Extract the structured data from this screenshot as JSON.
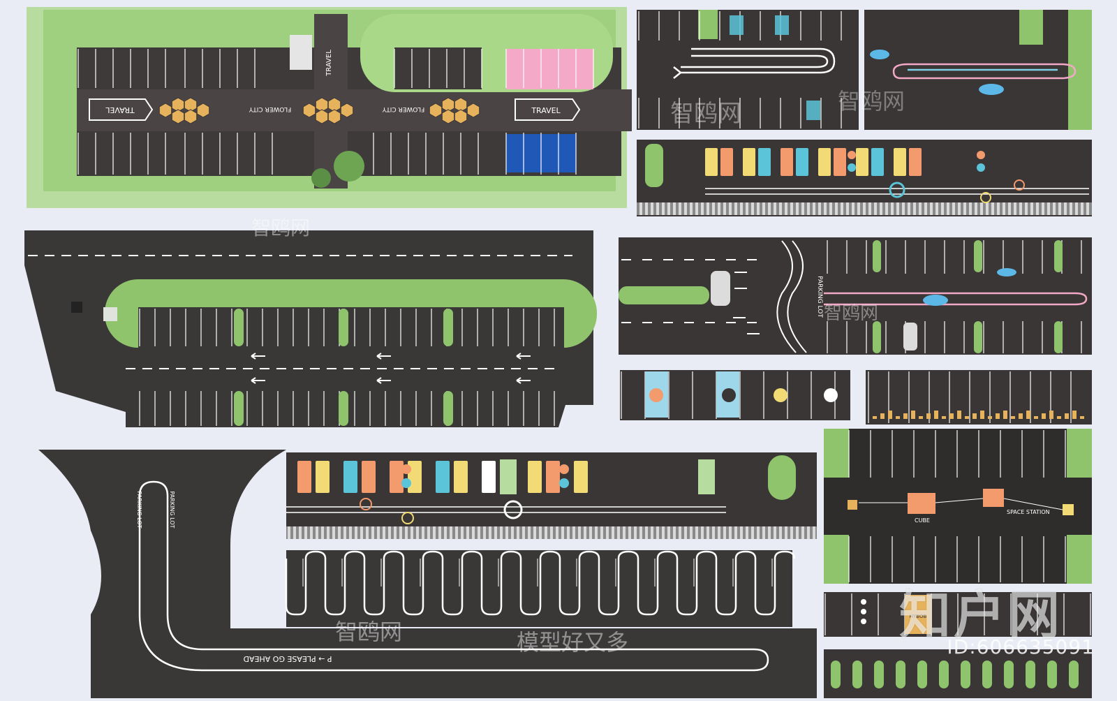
{
  "watermark": {
    "brand": "知户网",
    "id_label": "ID:606635091",
    "slogan_a": "智鸥网",
    "slogan_b": "模型好又多",
    "faint_a": "智鸥网",
    "faint_b": "智鸥网",
    "faint_c": "智鸥网",
    "faint_d": "智鸥网"
  },
  "panel_top_left": {
    "banner_travel_left": "TRAVEL",
    "banner_flower_a": "FLOWER CITY",
    "banner_flower_b": "FLOWER CITY",
    "banner_travel_right": "TRAVEL",
    "vertical_travel": "TRAVEL"
  },
  "panel_right_mid": {
    "parking_lot_label": "PARKING LOT"
  },
  "panel_bottom_left": {
    "parking_lot_label": "PARKING LOT",
    "go_ahead": "P → PLEASE GO AHEAD"
  },
  "panel_space": {
    "cube_label": "CUBE",
    "station_label": "SPACE STATION"
  },
  "panel_small_right": {
    "tag": "HYBOB"
  },
  "colors": {
    "asphalt": "#3a3737",
    "asphalt_dark": "#2f2c2c",
    "grass": "#8fc46d",
    "grass_dark": "#6ea553",
    "hex_gold": "#e7b25c",
    "pink": "#f2a7c9",
    "blue": "#1f58b7",
    "cyan": "#5cc4d8",
    "orange": "#f39b6d",
    "yellow": "#f2da74"
  }
}
